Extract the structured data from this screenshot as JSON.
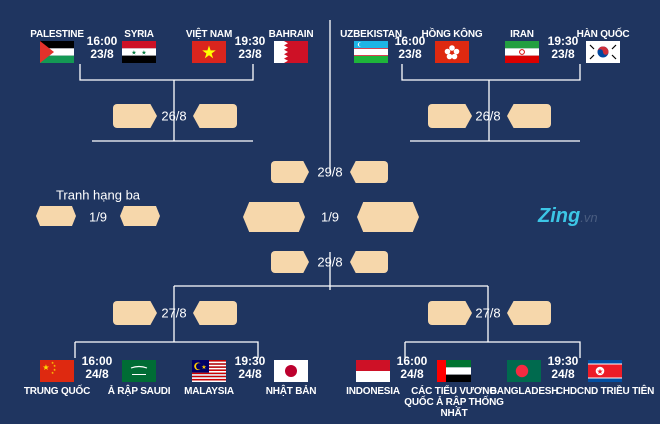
{
  "colors": {
    "background": "#1f3560",
    "slot": "#f6d7ab",
    "lines": "#ffffff"
  },
  "top_left": {
    "match1": {
      "team1": "PALESTINE",
      "team2": "SYRIA",
      "time": "16:00",
      "date": "23/8"
    },
    "match2": {
      "team1": "VIỆT NAM",
      "team2": "BAHRAIN",
      "time": "19:30",
      "date": "23/8"
    },
    "qf_date": "26/8"
  },
  "top_right": {
    "match1": {
      "team1": "UZBEKISTAN",
      "team2": "HỒNG KÔNG",
      "time": "16:00",
      "date": "23/8"
    },
    "match2": {
      "team1": "IRAN",
      "team2": "HÀN QUỐC",
      "time": "19:30",
      "date": "23/8"
    },
    "qf_date": "26/8"
  },
  "semi_top_date": "29/8",
  "final_date": "1/9",
  "third_place": {
    "label": "Tranh hạng ba",
    "date": "1/9"
  },
  "semi_bottom_date": "29/8",
  "bottom_left": {
    "match1": {
      "team1": "TRUNG QUỐC",
      "team2": "Ả RẬP SAUDI",
      "time": "16:00",
      "date": "24/8"
    },
    "match2": {
      "team1": "MALAYSIA",
      "team2": "NHẬT BẢN",
      "time": "19:30",
      "date": "24/8"
    },
    "qf_date": "27/8"
  },
  "bottom_right": {
    "match1": {
      "team1": "INDONESIA",
      "team2": "CÁC TIỂU VƯƠNG QUỐC Ả RẬP THỐNG NHẤT",
      "time": "16:00",
      "date": "24/8"
    },
    "match2": {
      "team1": "BANGLADESH",
      "team2": "CHDCND TRIỀU TIÊN",
      "time": "19:30",
      "date": "24/8"
    },
    "qf_date": "27/8"
  },
  "logo": {
    "main": "Zing",
    "suffix": ".vn"
  }
}
